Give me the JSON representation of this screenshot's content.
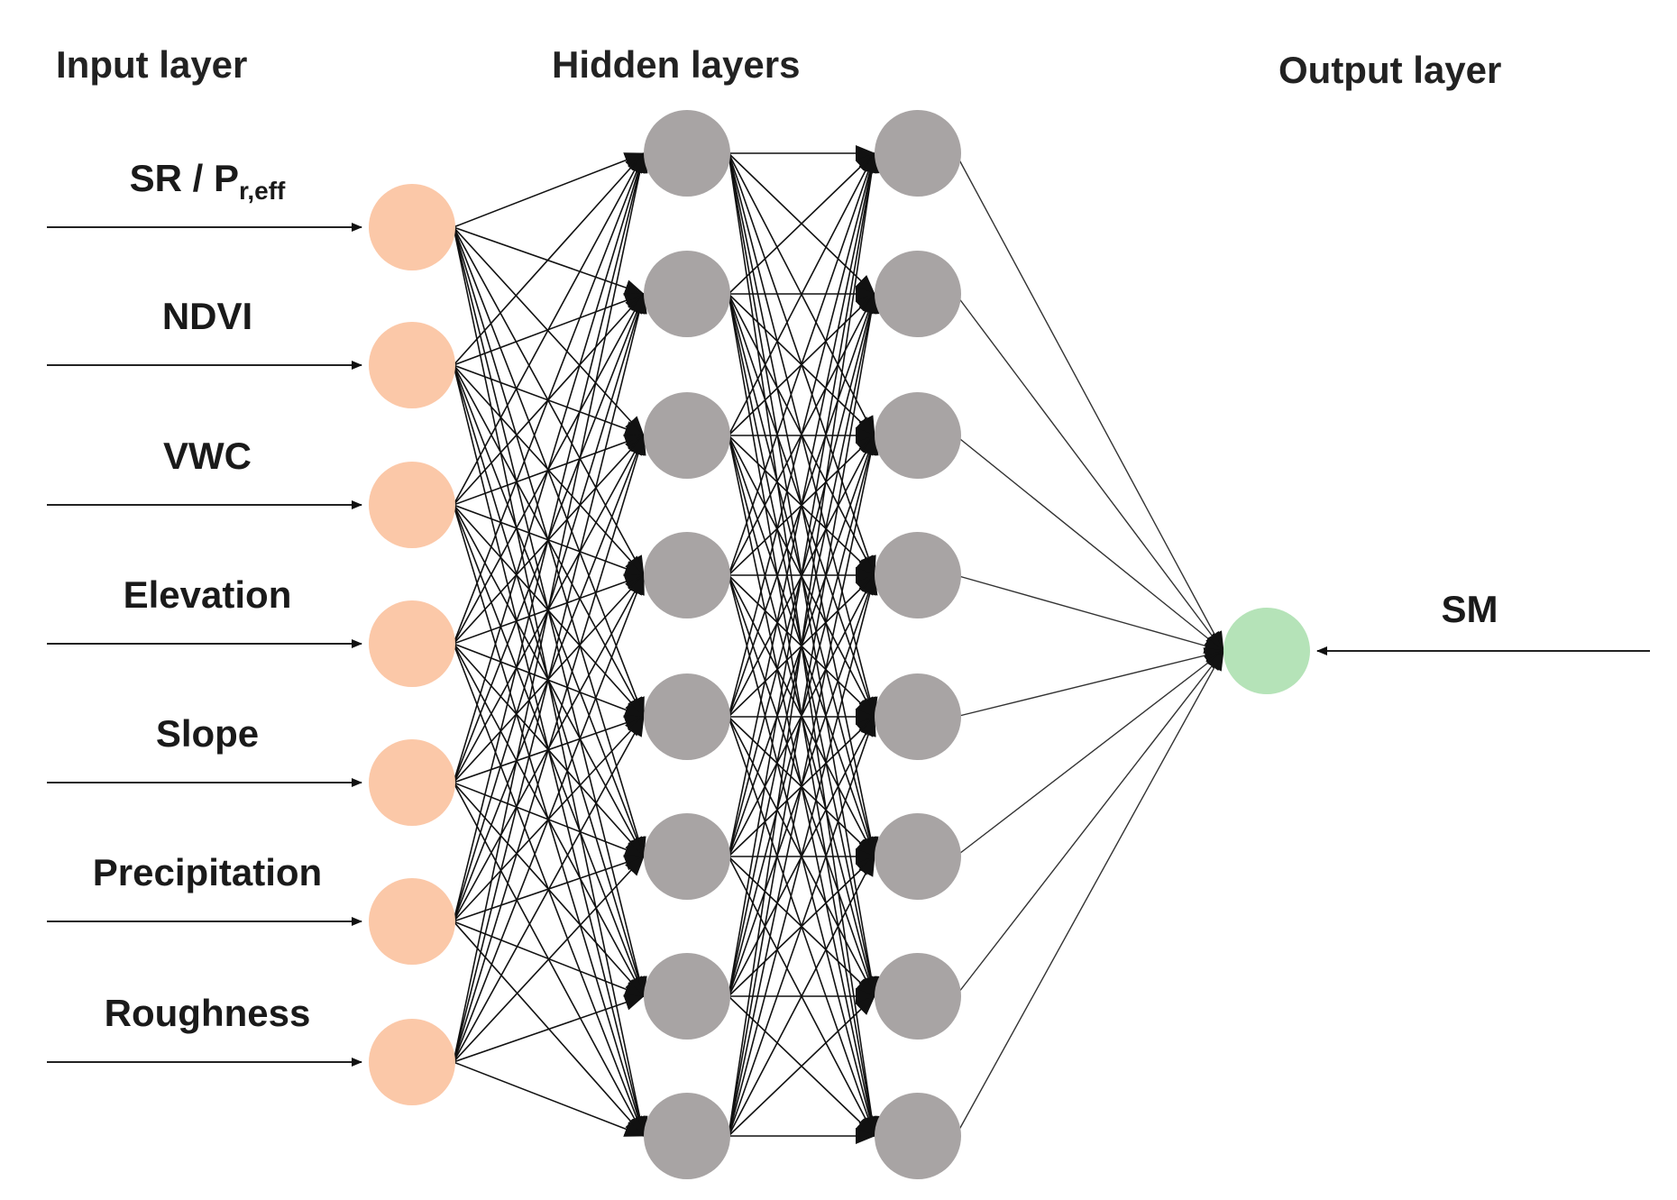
{
  "titles": {
    "input": "Input layer",
    "hidden": "Hidden layers",
    "output": "Output layer"
  },
  "inputs": [
    {
      "label": "SR / P",
      "sub": "r,eff"
    },
    {
      "label": "NDVI",
      "sub": ""
    },
    {
      "label": "VWC",
      "sub": ""
    },
    {
      "label": "Elevation",
      "sub": ""
    },
    {
      "label": "Slope",
      "sub": ""
    },
    {
      "label": "Precipitation",
      "sub": ""
    },
    {
      "label": "Roughness",
      "sub": ""
    }
  ],
  "hidden_layers": [
    {
      "neurons": 8
    },
    {
      "neurons": 8
    }
  ],
  "output": {
    "label": "SM"
  },
  "colors": {
    "input_node": "#FBC8A8",
    "hidden_node": "#A8A4A4",
    "output_node": "#B5E3B8",
    "line": "#111111"
  }
}
